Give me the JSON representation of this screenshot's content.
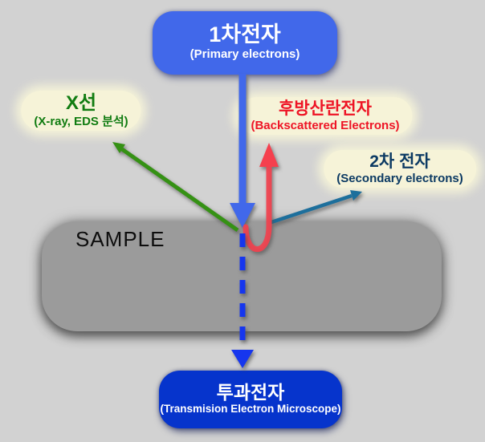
{
  "colors": {
    "background": "#d2d2d2",
    "primary_box_bg": "#4168ea",
    "transmitted_box_bg": "#0634cc",
    "box_text": "#ffffff",
    "sample_bg": "#9b9b9b",
    "sample_text": "#0d0d0d",
    "label_blob_bg": "#f6f3d8",
    "primary_arrow_blue": "#4168ea",
    "transmitted_arrow_blue": "#1636ee",
    "xray_green": "#359114",
    "xray_text_green": "#117c11",
    "backscattered_red": "#f5404e",
    "backscattered_text_red": "#ee1425",
    "secondary_teal": "#1d6f9c",
    "secondary_text_navy": "#0c3a63"
  },
  "nodes": {
    "primary": {
      "title": "1차전자",
      "subtitle": "(Primary electrons)"
    },
    "xray": {
      "title": "X선",
      "subtitle": "(X-ray, EDS 분석)"
    },
    "backscattered": {
      "title": "후방산란전자",
      "subtitle": "(Backscattered Electrons)"
    },
    "secondary": {
      "title": "2차 전자",
      "subtitle": "(Secondary electrons)"
    },
    "sample": {
      "label": "SAMPLE"
    },
    "transmitted": {
      "title": "투과전자",
      "subtitle": "(Transmision Electron Microscope)"
    }
  },
  "arrows": [
    {
      "name": "primary-beam",
      "style": "solid thick, downward",
      "color": "#4168ea"
    },
    {
      "name": "xray-emission",
      "style": "solid, up-left from surface",
      "color": "#359114"
    },
    {
      "name": "backscattered-uturn",
      "style": "U-turn inside sample, upward",
      "color": "#f5404e"
    },
    {
      "name": "secondary-emission",
      "style": "solid, up-right from surface",
      "color": "#1d6f9c"
    },
    {
      "name": "transmitted-beam",
      "style": "dashed, downward through sample",
      "color": "#1636ee"
    }
  ]
}
